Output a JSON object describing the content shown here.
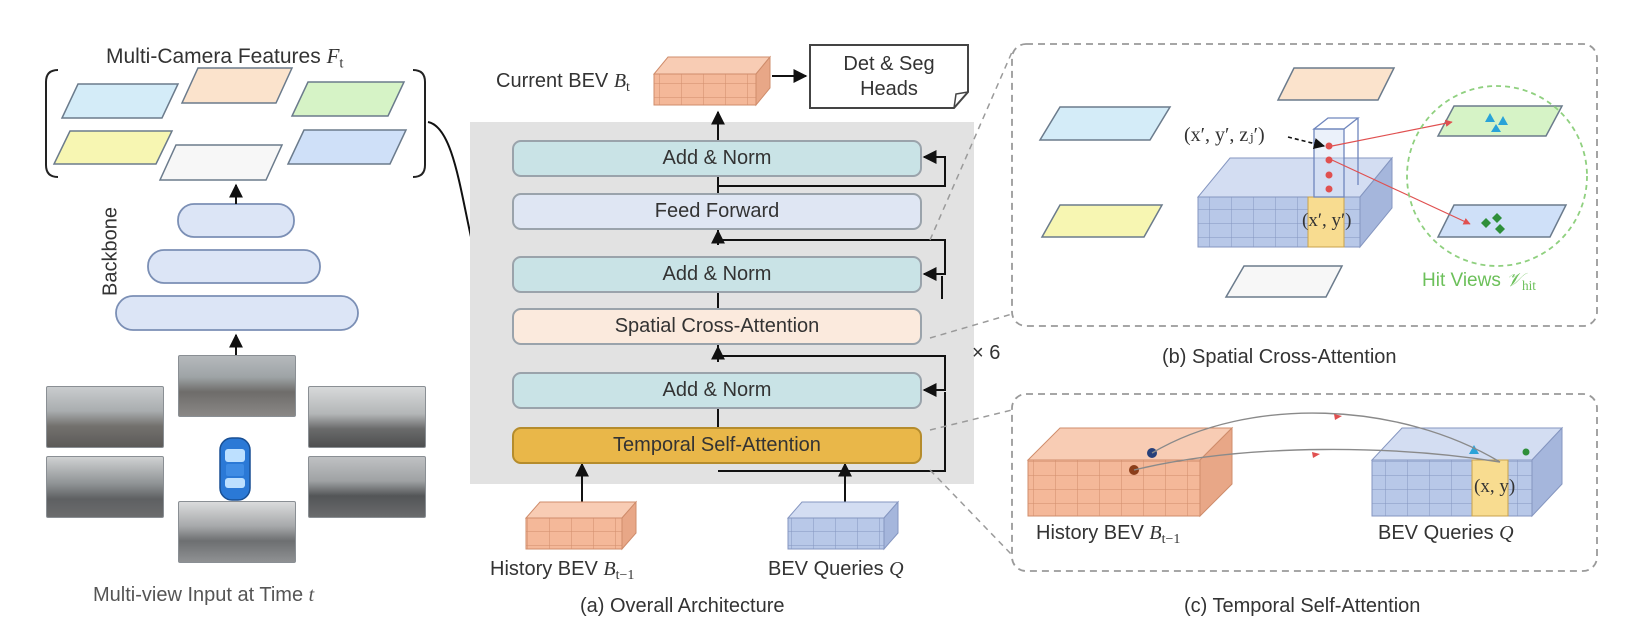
{
  "left": {
    "features_title": "Multi-Camera Features",
    "features_symbol": "F",
    "features_sub": "t",
    "backbone_label": "Backbone",
    "input_caption": "Multi-view Input at Time",
    "input_symbol": "t"
  },
  "middle": {
    "current_bev_label": "Current BEV",
    "current_bev_symbol": "B",
    "current_bev_sub": "t",
    "heads_line1": "Det & Seg",
    "heads_line2": "Heads",
    "add_norm_1": "Add & Norm",
    "feed_forward": "Feed Forward",
    "add_norm_2": "Add & Norm",
    "spatial_ca": "Spatial Cross-Attention",
    "add_norm_3": "Add & Norm",
    "temporal_sa": "Temporal Self-Attention",
    "repeat": "× 6",
    "history_label": "History BEV",
    "history_symbol": "B",
    "history_sub": "t−1",
    "queries_label": "BEV Queries",
    "queries_symbol": "Q",
    "caption": "(a) Overall Architecture"
  },
  "panel_b": {
    "coord_3d": "(x′, y′, zⱼ′)",
    "coord_2d": "(x′, y′)",
    "hit_label": "Hit Views",
    "hit_symbol": "𝒱",
    "hit_sub": "hit",
    "caption": "(b) Spatial Cross-Attention"
  },
  "panel_c": {
    "history_label": "History BEV",
    "history_symbol": "B",
    "history_sub": "t−1",
    "queries_label": "BEV Queries",
    "queries_symbol": "Q",
    "coord": "(x, y)",
    "caption": "(c) Temporal Self-Attention"
  },
  "colors": {
    "add_norm": "#c9e3e6",
    "feed_forward": "#dfe6f3",
    "spatial_ca": "#fbeadd",
    "temporal_sa": "#e9b749",
    "bev_orange": "#f4b899",
    "bev_blue": "#b8c8e8",
    "cell_yellow": "#f8dc90",
    "plane_cyan": "#d4ecf8",
    "plane_orange": "#fbe3cc",
    "plane_green": "#d6f3c6",
    "plane_yellow": "#f7f6b2",
    "plane_blue": "#cfe0f8",
    "hit_green": "#7bc470",
    "backbone_fill": "#dce5f6"
  },
  "icons": [
    "car-icon",
    "up-arrow-icon",
    "right-arrow-icon",
    "curved-arrow-icon"
  ]
}
